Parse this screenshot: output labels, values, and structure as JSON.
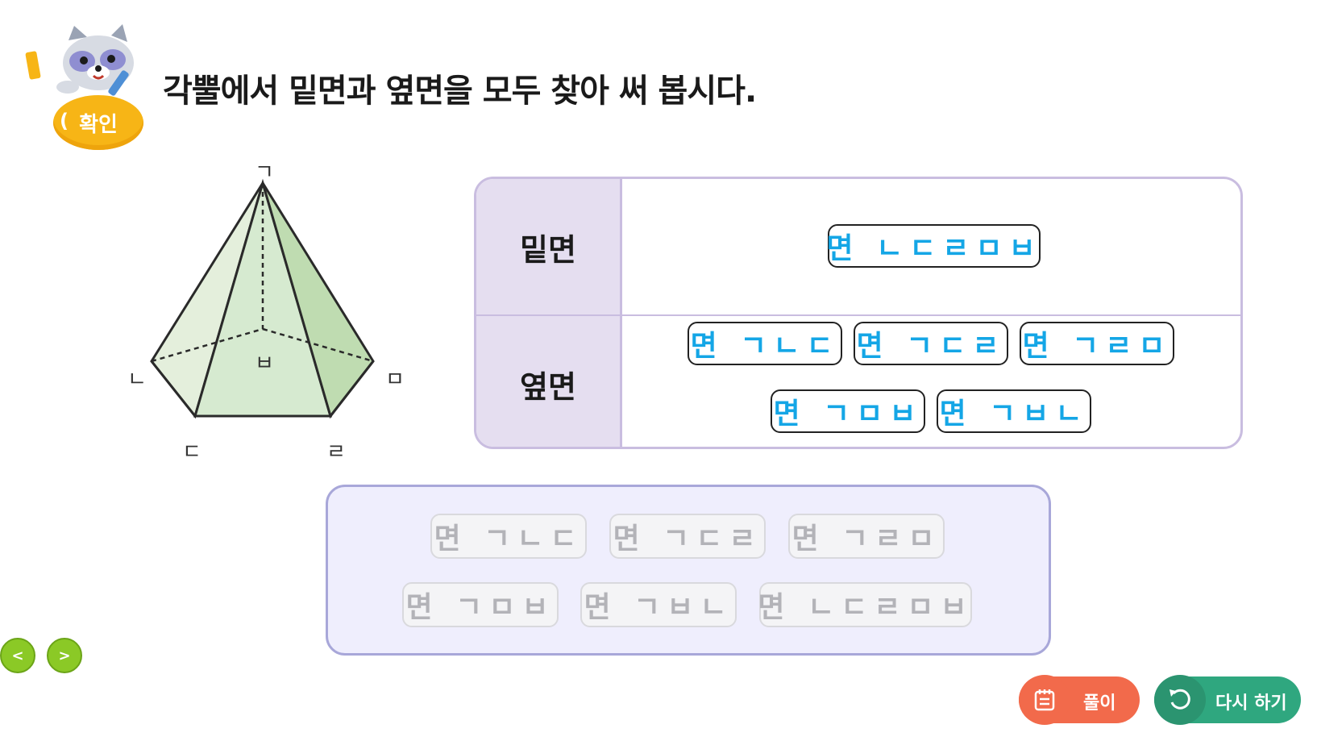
{
  "header": {
    "badge_label": "확인",
    "question": "각뿔에서 밑면과 옆면을 모두 찾아 써 봅시다."
  },
  "figure": {
    "vertices": [
      "ㄱ",
      "ㄴ",
      "ㄷ",
      "ㄹ",
      "ㅁ",
      "ㅂ"
    ]
  },
  "table": {
    "row1_label": "밑면",
    "row2_label": "옆면",
    "base_answer": "면 ㄴㄷㄹㅁㅂ",
    "side_answers": [
      "면 ㄱㄴㄷ",
      "면 ㄱㄷㄹ",
      "면 ㄱㄹㅁ",
      "면 ㄱㅁㅂ",
      "면 ㄱㅂㄴ"
    ]
  },
  "bank": {
    "chips": [
      "면 ㄱㄴㄷ",
      "면 ㄱㄷㄹ",
      "면 ㄱㄹㅁ",
      "면 ㄱㅁㅂ",
      "면 ㄱㅂㄴ",
      "면 ㄴㄷㄹㅁㅂ"
    ]
  },
  "nav": {
    "prev": "<",
    "next": ">"
  },
  "actions": {
    "solution": "풀이",
    "retry": "다시 하기"
  },
  "colors": {
    "answer_text": "#14a6e6",
    "table_border": "#c9bde0",
    "table_head_bg": "#e5def0",
    "bank_bg": "#efeefd",
    "solution_button": "#f26a4b",
    "retry_button": "#2fa77f",
    "nav_button": "#8bc926",
    "badge": "#f7b516"
  }
}
